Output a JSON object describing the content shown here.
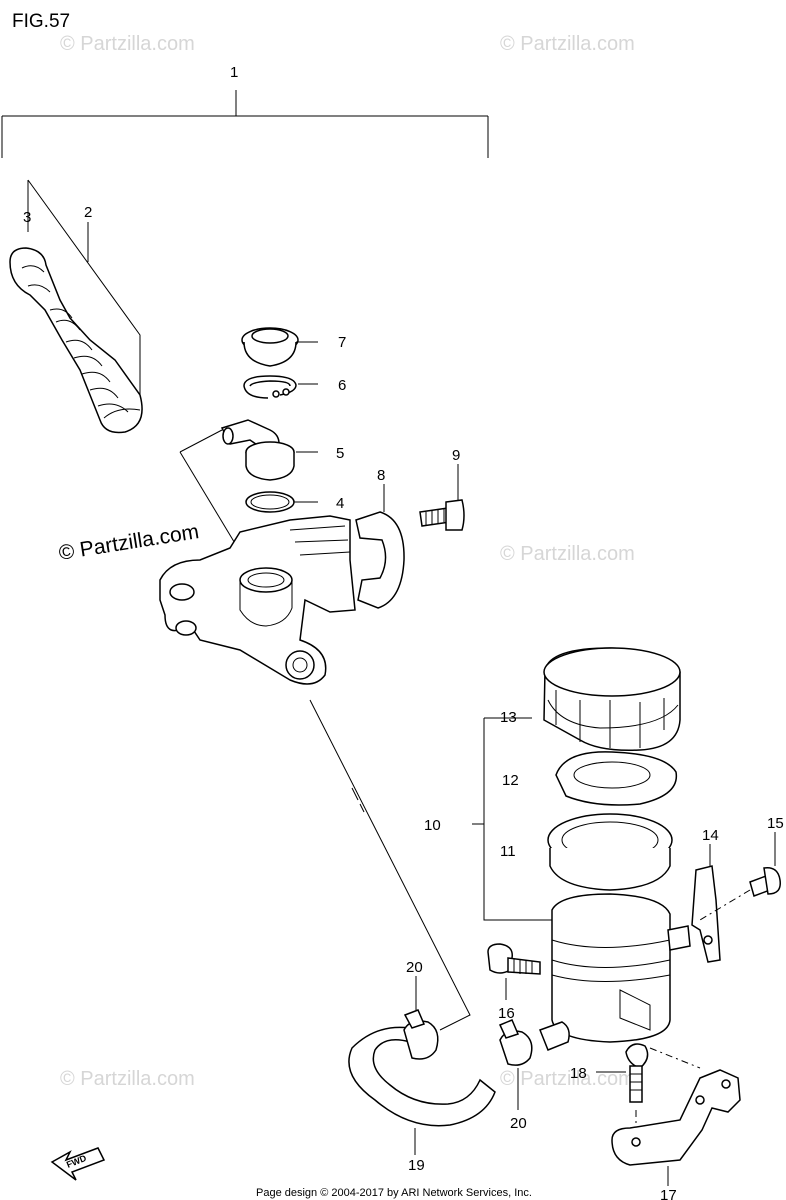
{
  "figure_label": "FIG.57",
  "watermark_text": "© Partzilla.com",
  "main_watermark_text": "© Partzilla.com",
  "footer_text": "Page design © 2004-2017 by ARI Network Services, Inc.",
  "fwd_label": "FWD",
  "callouts": [
    "1",
    "2",
    "3",
    "4",
    "5",
    "6",
    "7",
    "8",
    "9",
    "10",
    "11",
    "12",
    "13",
    "14",
    "15",
    "16",
    "17",
    "18",
    "19",
    "20",
    "20"
  ],
  "colors": {
    "line": "#000000",
    "watermark": "#d6d6d6",
    "background": "#ffffff"
  }
}
